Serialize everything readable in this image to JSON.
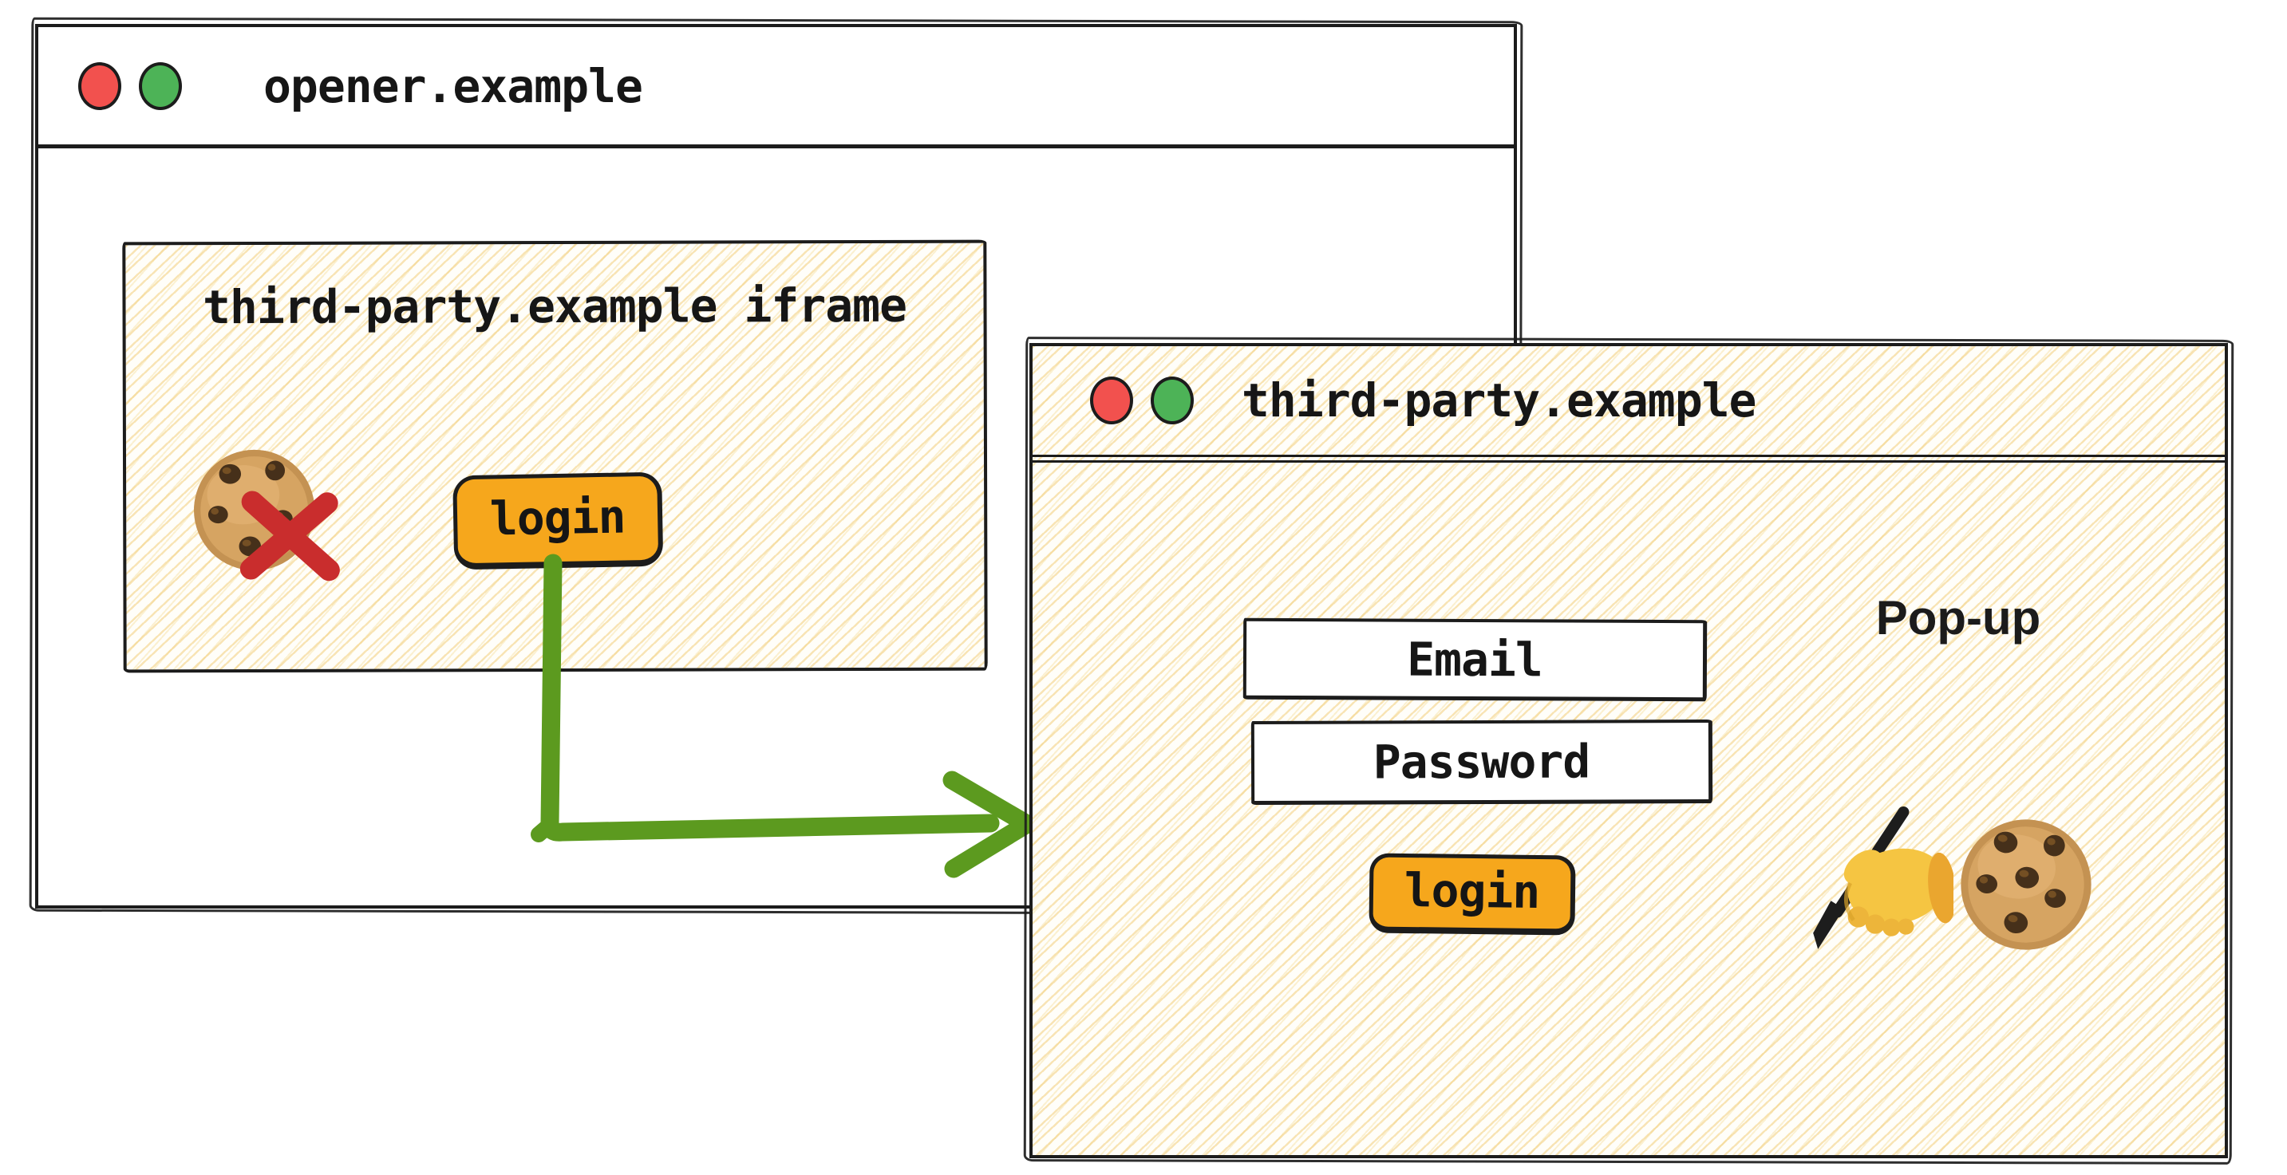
{
  "colors": {
    "ink": "#1c1c1c",
    "button_orange": "#f6a71c",
    "arrow_green": "#5c9a1f",
    "blocked_x_red": "#c92d2d",
    "traffic_red": "#f2514e",
    "traffic_green": "#4db357",
    "hatch_yellow": "#f2d795"
  },
  "opener_window": {
    "title": "opener.example",
    "iframe": {
      "title": "third-party.example iframe",
      "login_button_label": "login",
      "blocked_cookie_icon": "cookie-with-red-x"
    }
  },
  "popup_window": {
    "title": "third-party.example",
    "window_label": "Pop-up",
    "email_field_text": "Email",
    "password_field_text": "Password",
    "login_button_label": "login",
    "icons": [
      "writing-hand",
      "cookie"
    ]
  },
  "arrow": {
    "meaning": "iframe login button opens pop-up window"
  }
}
